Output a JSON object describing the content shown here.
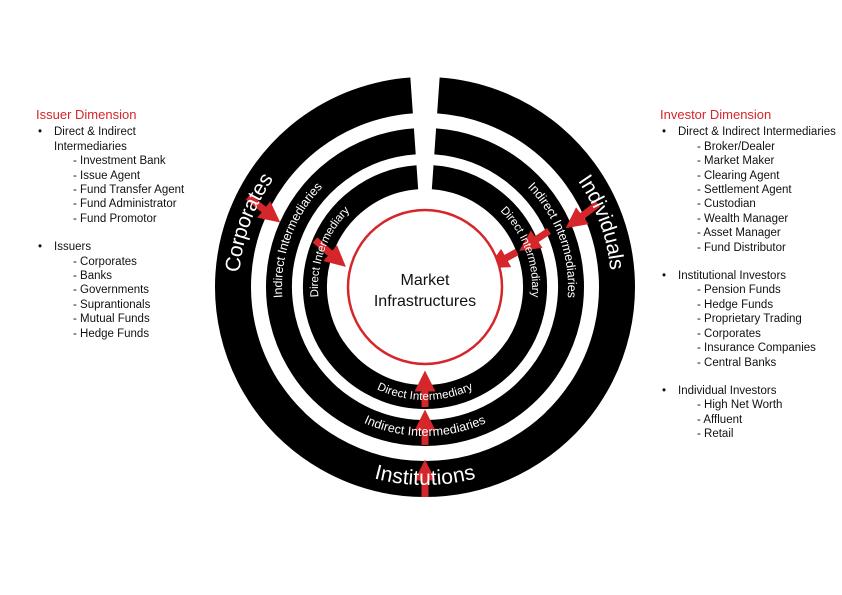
{
  "diagram": {
    "center": [
      "Market",
      "Infrastructures"
    ],
    "sectors": {
      "left": {
        "outer": "Corporates",
        "middle": "Indirect Intermediaries",
        "inner": "Direct Intermediary"
      },
      "right": {
        "outer": "Individuals",
        "middle": "Indirect Intermediaries",
        "inner": "Direct Intermediary"
      },
      "bottom": {
        "outer": "Institutions",
        "middle": "Indirect Intermediaries",
        "inner": "Direct Intermediary"
      }
    },
    "colors": {
      "ring": "#000000",
      "accent": "#d4262b",
      "text_on_ring": "#ffffff"
    }
  },
  "issuer": {
    "title": "Issuer Dimension",
    "groups": [
      {
        "label": "Direct & Indirect Intermediaries",
        "items": [
          "Investment Bank",
          "Issue Agent",
          "Fund Transfer Agent",
          "Fund Administrator",
          "Fund Promotor"
        ]
      },
      {
        "label": "Issuers",
        "items": [
          "Corporates",
          "Banks",
          "Governments",
          "Suprantionals",
          "Mutual Funds",
          "Hedge Funds"
        ]
      }
    ]
  },
  "investor": {
    "title": "Investor Dimension",
    "groups": [
      {
        "label": "Direct & Indirect Intermediaries",
        "items": [
          "Broker/Dealer",
          "Market Maker",
          "Clearing Agent",
          "Settlement Agent",
          "Custodian",
          "Wealth Manager",
          "Asset Manager",
          "Fund Distributor"
        ]
      },
      {
        "label": "Institutional Investors",
        "items": [
          "Pension Funds",
          "Hedge Funds",
          "Proprietary Trading",
          "Corporates",
          "Insurance Companies",
          "Central Banks"
        ]
      },
      {
        "label": "Individual Investors",
        "items": [
          "High Net Worth",
          "Affluent",
          "Retail"
        ]
      }
    ]
  }
}
